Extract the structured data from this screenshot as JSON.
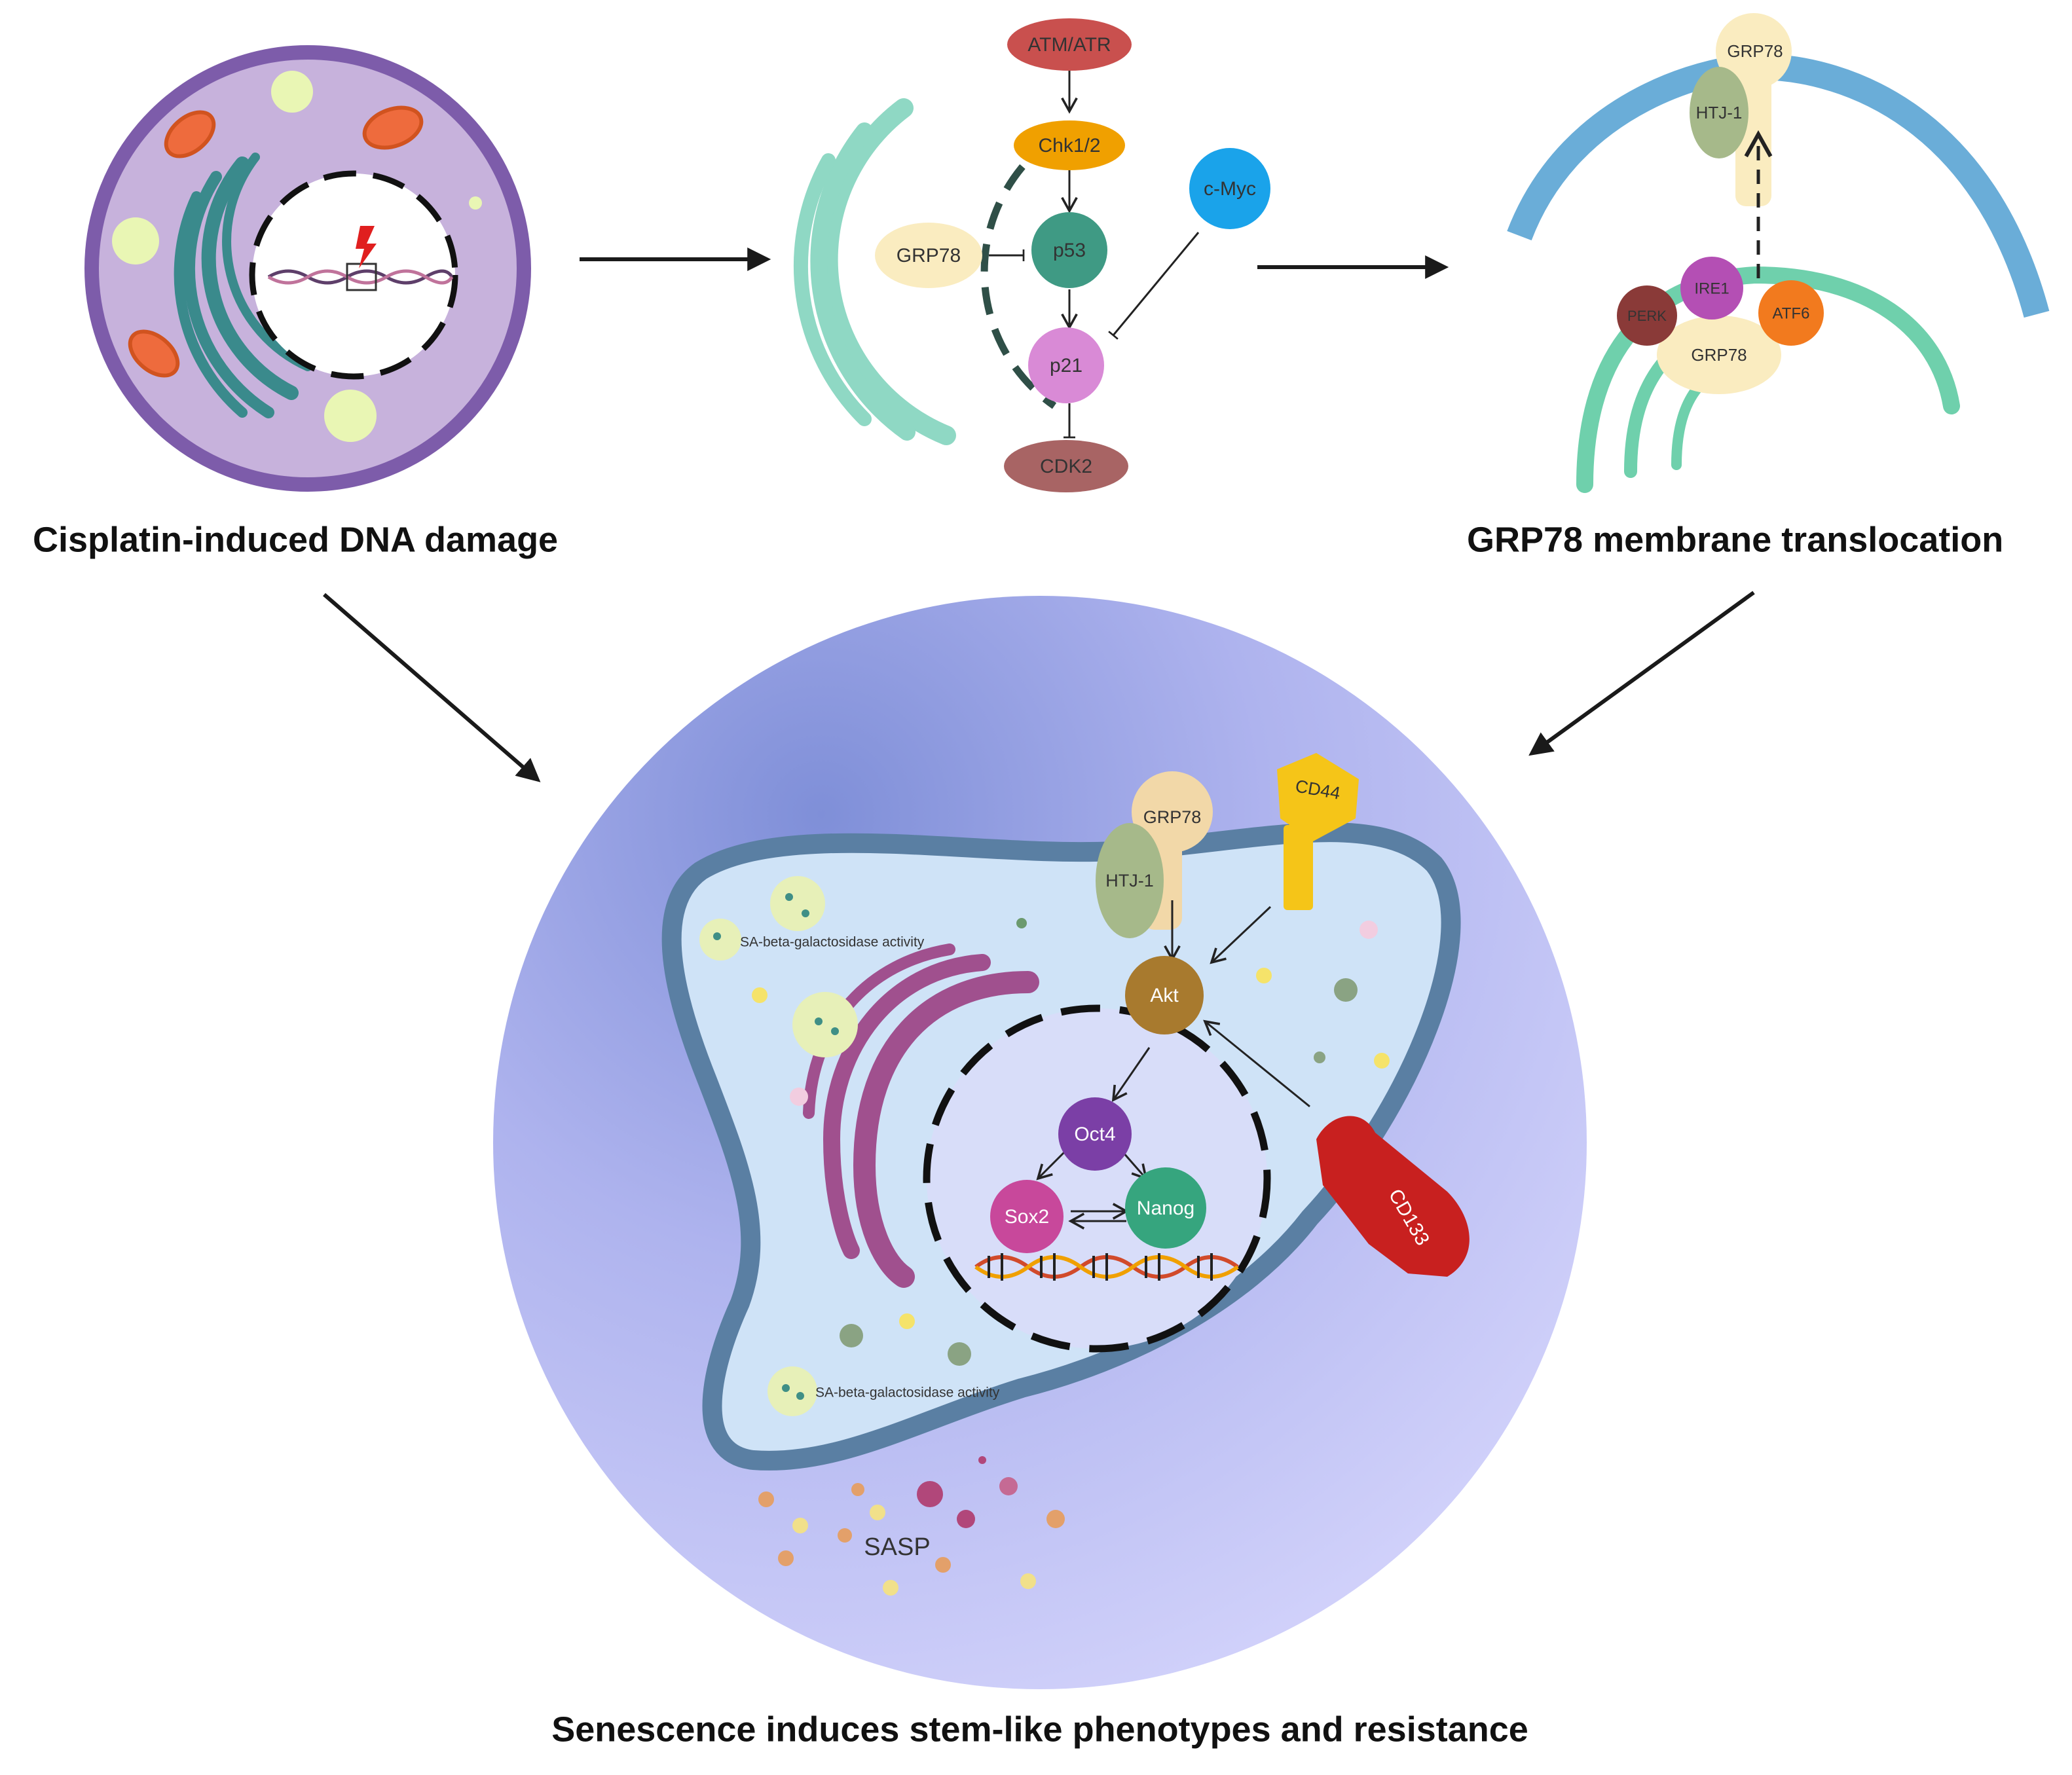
{
  "captions": {
    "panel_a": "Cisplatin-induced DNA damage",
    "panel_c": "GRP78 membrane translocation",
    "bottom": "Senescence induces stem-like phenotypes and resistance"
  },
  "pathway": {
    "atm_atr": "ATM/ATR",
    "chk": "Chk1/2",
    "p53": "p53",
    "p21": "p21",
    "cdk2": "CDK2",
    "cmyc": "c-Myc",
    "grp78": "GRP78"
  },
  "er_stress": {
    "grp78_top": "GRP78",
    "htj1": "HTJ-1",
    "ire1": "IRE1",
    "perk": "PERK",
    "atf6": "ATF6",
    "grp78_er": "GRP78"
  },
  "senescent_cell": {
    "grp78": "GRP78",
    "htj1": "HTJ-1",
    "cd44": "CD44",
    "cd133": "CD133",
    "akt": "Akt",
    "oct4": "Oct4",
    "sox2": "Sox2",
    "nanog": "Nanog",
    "sa_beta_1": "SA-beta-galactosidase activity",
    "sa_beta_2": "SA-beta-galactosidase activity",
    "sasp": "SASP"
  },
  "colors": {
    "atm_atr": "#c9504e",
    "chk": "#f0a000",
    "p53": "#3f9a84",
    "p21": "#d98ad6",
    "cdk2": "#a86464",
    "cmyc": "#1aa3ea",
    "grp78": "#faecc0",
    "htj1": "#a6b98a",
    "ire1": "#b44fb4",
    "perk": "#8a3a38",
    "atf6": "#f27a1e",
    "akt": "#a87a2e",
    "oct4": "#7b3fa6",
    "sox2": "#c8489b",
    "nanog": "#36a57e",
    "cd44": "#f5c518",
    "cd133": "#c8201f",
    "cell_membrane": "#4a79a6",
    "big_circle": "#aeb3ee"
  }
}
